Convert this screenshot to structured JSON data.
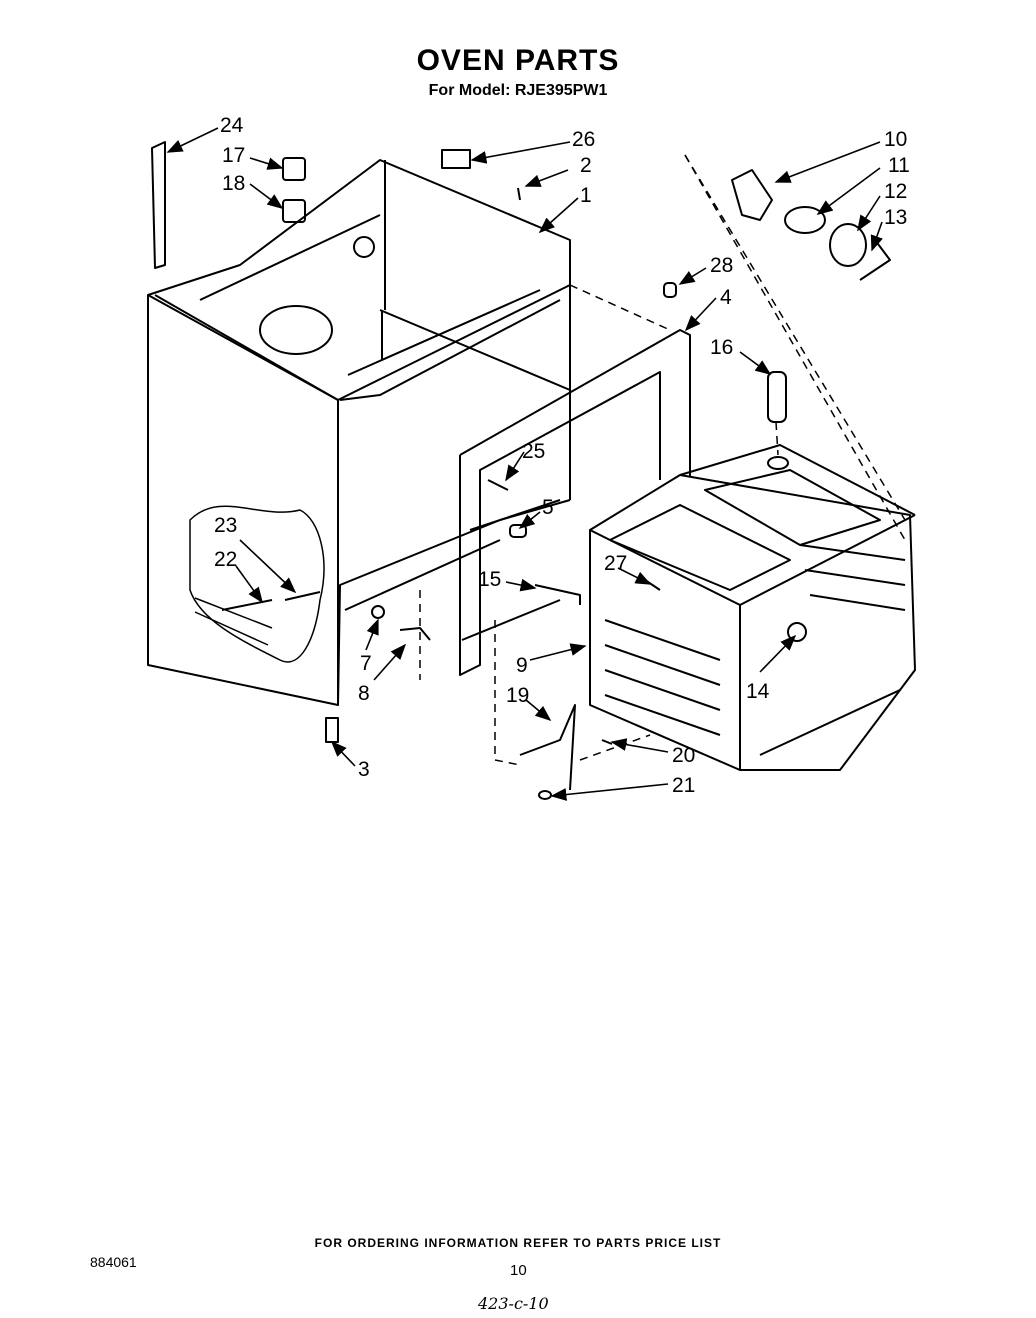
{
  "header": {
    "title": "OVEN PARTS",
    "subtitle": "For Model: RJE395PW1"
  },
  "callouts": [
    "24",
    "17",
    "18",
    "26",
    "2",
    "1",
    "10",
    "11",
    "12",
    "13",
    "28",
    "4",
    "16",
    "25",
    "5",
    "23",
    "22",
    "15",
    "27",
    "7",
    "8",
    "9",
    "14",
    "19",
    "20",
    "3",
    "21"
  ],
  "footer": {
    "ordering_note": "FOR ORDERING INFORMATION REFER TO PARTS PRICE LIST",
    "doc_number": "884061",
    "page_number": "10",
    "handwritten_note": "423-c-10"
  }
}
